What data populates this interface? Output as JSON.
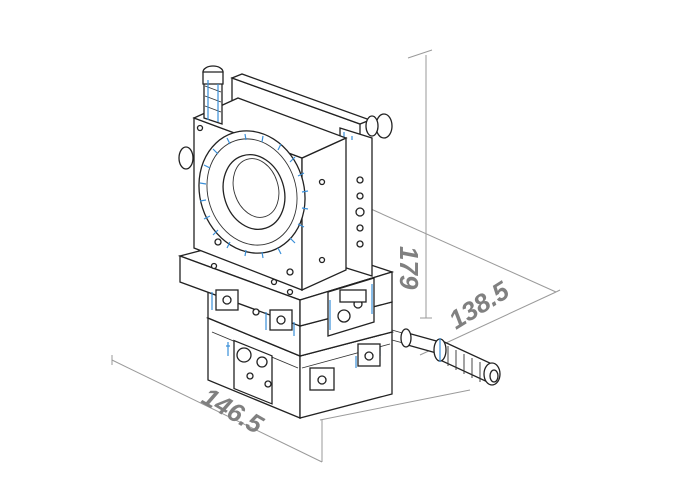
{
  "dimensions": {
    "height": "179",
    "depth": "138.5",
    "width": "146.5"
  },
  "colors": {
    "outline": "#222222",
    "dimension": "#808080",
    "accent": "#3a8fd8"
  }
}
